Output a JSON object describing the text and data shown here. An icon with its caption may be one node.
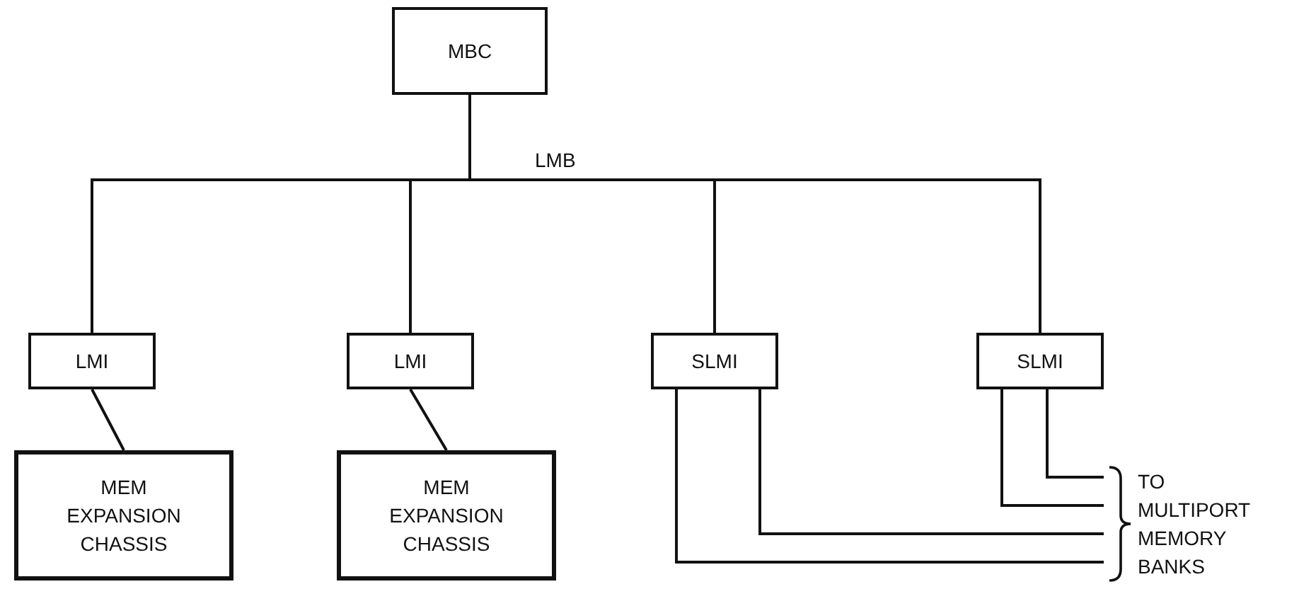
{
  "diagram": {
    "nodes": [
      {
        "text": [
          "MBC"
        ]
      },
      {
        "text": [
          "LMI"
        ]
      },
      {
        "text": [
          "LMI"
        ]
      },
      {
        "text": [
          "SLMI"
        ]
      },
      {
        "text": [
          "SLMI"
        ]
      },
      {
        "text": [
          "MEM EXPANSION CHASSIS"
        ]
      },
      {
        "text": [
          "MEM EXPANSION CHASSIS"
        ]
      },
      {
        "text": [
          "TO MULTIPORT MEMORY BANKS"
        ]
      }
    ],
    "edges": [
      {
        "from": 0,
        "to": 1,
        "arrow": "none"
      },
      {
        "from": 0,
        "to": 2,
        "arrow": "none"
      },
      {
        "from": 0,
        "to": 3,
        "arrow": "none"
      },
      {
        "from": 0,
        "to": 4,
        "arrow": "none"
      },
      {
        "from": 1,
        "to": 5,
        "arrow": "none"
      },
      {
        "from": 2,
        "to": 6,
        "arrow": "none"
      },
      {
        "from": 3,
        "to": 7,
        "arrow": "none"
      },
      {
        "from": 3,
        "to": 7,
        "arrow": "none"
      },
      {
        "from": 4,
        "to": 7,
        "arrow": "none"
      },
      {
        "from": 4,
        "to": 7,
        "arrow": "none"
      }
    ],
    "labels": [
      "LMB"
    ]
  }
}
